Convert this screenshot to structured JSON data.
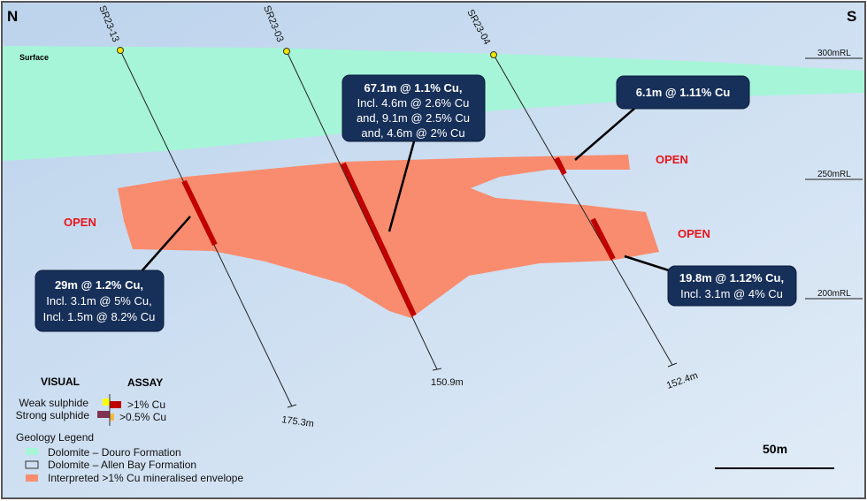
{
  "orientation": {
    "north": "N",
    "south": "S"
  },
  "surface_label": "Surface",
  "elevations": [
    "300mRL",
    "250mRL",
    "200mRL"
  ],
  "holes": [
    {
      "name": "SR23-13",
      "depth": "175.3m"
    },
    {
      "name": "SR23-03",
      "depth": "150.9m"
    },
    {
      "name": "SR23-04",
      "depth": "152.4m"
    }
  ],
  "open_label": "OPEN",
  "callouts": {
    "sr23_13": [
      "29m @ 1.2% Cu,",
      "Incl. 3.1m @ 5% Cu,",
      "Incl. 1.5m @ 8.2% Cu"
    ],
    "sr23_03": [
      "67.1m @ 1.1% Cu,",
      "Incl. 4.6m @ 2.6% Cu",
      "and, 9.1m @ 2.5% Cu",
      "and, 4.6m @ 2% Cu"
    ],
    "sr23_04a": [
      "6.1m @ 1.11% Cu"
    ],
    "sr23_04b": [
      "19.8m @ 1.12% Cu,",
      "Incl. 3.1m @ 4% Cu"
    ]
  },
  "legend": {
    "visual": "VISUAL",
    "assay": "ASSAY",
    "weak": "Weak sulphide",
    "strong": "Strong sulphide",
    "assay1": ">1% Cu",
    "assay2": ">0.5% Cu",
    "geology_title": "Geology Legend",
    "items": [
      "Dolomite – Douro Formation",
      "Dolomite – Allen Bay Formation",
      "Interpreted >1% Cu mineralised envelope"
    ]
  },
  "scale": "50m",
  "colors": {
    "douro": "#a6f5d8",
    "allen_bay": "#cfe0f1",
    "envelope": "#f98c6e",
    "intercept": "#c00000",
    "callout": "#17305a"
  }
}
